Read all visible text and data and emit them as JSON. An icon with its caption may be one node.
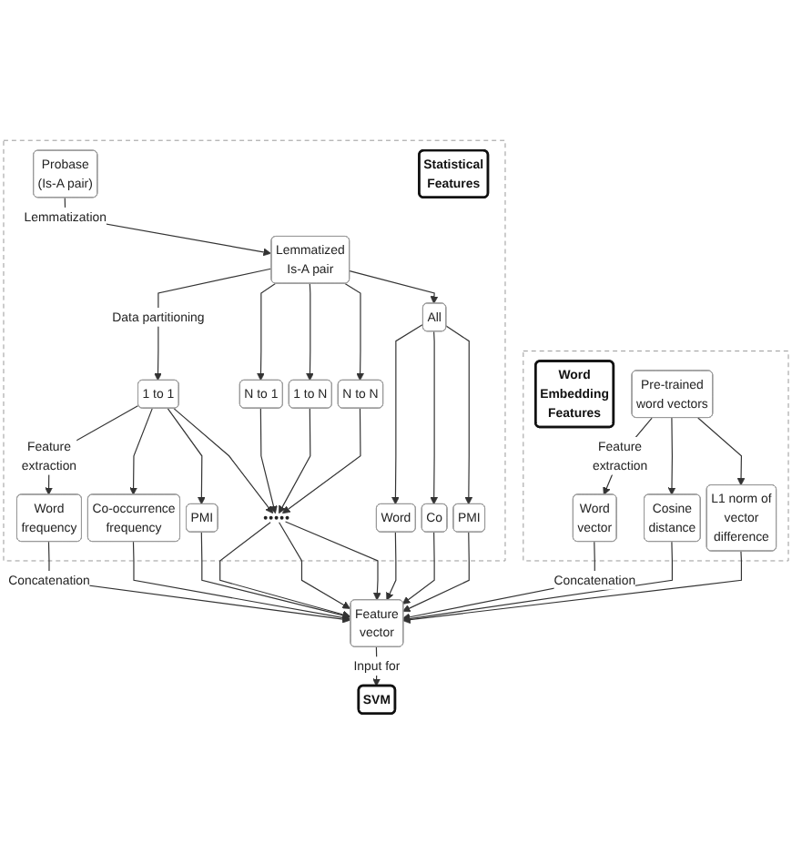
{
  "diagram": {
    "nodes": [
      {
        "text": [],
        "shape": "box"
      },
      {
        "text": [
          "Statistical Features"
        ],
        "in": 0
      },
      {
        "text": [
          "Probase (Is-A pair)"
        ],
        "in": 0
      },
      {
        "text": [
          "Lemmatized Is-A pair"
        ],
        "in": 0
      },
      {
        "text": [
          "1 to 1"
        ],
        "in": 0
      },
      {
        "text": [
          "N to 1"
        ],
        "in": 0
      },
      {
        "text": [
          "1 to N"
        ],
        "in": 0
      },
      {
        "text": [
          "N to N"
        ],
        "in": 0
      },
      {
        "text": [
          "All"
        ],
        "in": 0
      },
      {
        "text": [
          "Word frequency"
        ],
        "in": 0
      },
      {
        "text": [
          "Co-occurrence frequency"
        ],
        "in": 0
      },
      {
        "text": [
          "PMI"
        ],
        "in": 0
      },
      {
        "text": [],
        "shape": "dots",
        "in": 0
      },
      {
        "text": [
          "Word"
        ],
        "in": 0
      },
      {
        "text": [
          "Co"
        ],
        "in": 0
      },
      {
        "text": [
          "PMI"
        ],
        "in": 0
      },
      {
        "text": [
          "Feature vector"
        ]
      },
      {
        "text": [
          "SVM"
        ]
      },
      {
        "text": [],
        "shape": "box"
      },
      {
        "text": [
          "Word vector"
        ],
        "in": 18
      },
      {
        "text": [
          "Cosine distance"
        ],
        "in": 18
      },
      {
        "text": [
          "L1 norm of vector difference"
        ],
        "in": 18
      },
      {
        "text": [
          "Pre-trained word vectors"
        ],
        "in": 18
      },
      {
        "text": [
          "Word Embedding Features"
        ],
        "in": 18
      }
    ],
    "edges": [
      {
        "from": 2,
        "to": 3,
        "arrow": "to",
        "label": "Lemmatization"
      },
      {
        "from": 3,
        "to": 4,
        "arrow": "to",
        "label": "Data partitioning"
      },
      {
        "from": 3,
        "to": 5,
        "arrow": "to"
      },
      {
        "from": 3,
        "to": 6,
        "arrow": "to"
      },
      {
        "from": 3,
        "to": 7,
        "arrow": "to"
      },
      {
        "from": 3,
        "to": 8,
        "arrow": "to"
      },
      {
        "from": 4,
        "to": 9,
        "arrow": "to",
        "label": "Feature extraction"
      },
      {
        "from": 4,
        "to": 10,
        "arrow": "to"
      },
      {
        "from": 4,
        "to": 11,
        "arrow": "to"
      },
      {
        "from": 4,
        "to": 12,
        "arrow": "to"
      },
      {
        "from": 5,
        "to": 12,
        "arrow": "to"
      },
      {
        "from": 6,
        "to": 12,
        "arrow": "to"
      },
      {
        "from": 7,
        "to": 12,
        "arrow": "to"
      },
      {
        "from": 8,
        "to": 13,
        "arrow": "to"
      },
      {
        "from": 8,
        "to": 14,
        "arrow": "to"
      },
      {
        "from": 8,
        "to": 15,
        "arrow": "to"
      },
      {
        "from": 9,
        "to": 16,
        "arrow": "to",
        "label": "Concatenation"
      },
      {
        "from": 10,
        "to": 16,
        "arrow": "to"
      },
      {
        "from": 11,
        "to": 16,
        "arrow": "to"
      },
      {
        "from": 12,
        "to": 16,
        "arrow": "to"
      },
      {
        "from": 12,
        "to": 16,
        "arrow": "to"
      },
      {
        "from": 12,
        "to": 16,
        "arrow": "to"
      },
      {
        "from": 13,
        "to": 16,
        "arrow": "to"
      },
      {
        "from": 14,
        "to": 16,
        "arrow": "to"
      },
      {
        "from": 15,
        "to": 16,
        "arrow": "to"
      },
      {
        "from": 16,
        "to": 17,
        "arrow": "to",
        "label": "Input for"
      },
      {
        "from": 19,
        "to": 16,
        "arrow": "to",
        "label": "Concatenation"
      },
      {
        "from": 20,
        "to": 16,
        "arrow": "to"
      },
      {
        "from": 21,
        "to": 16,
        "arrow": "to"
      },
      {
        "from": 22,
        "to": 19,
        "arrow": "to",
        "label": "Feature extraction"
      },
      {
        "from": 22,
        "to": 20,
        "arrow": "to"
      },
      {
        "from": 22,
        "to": 21,
        "arrow": "to"
      }
    ]
  }
}
